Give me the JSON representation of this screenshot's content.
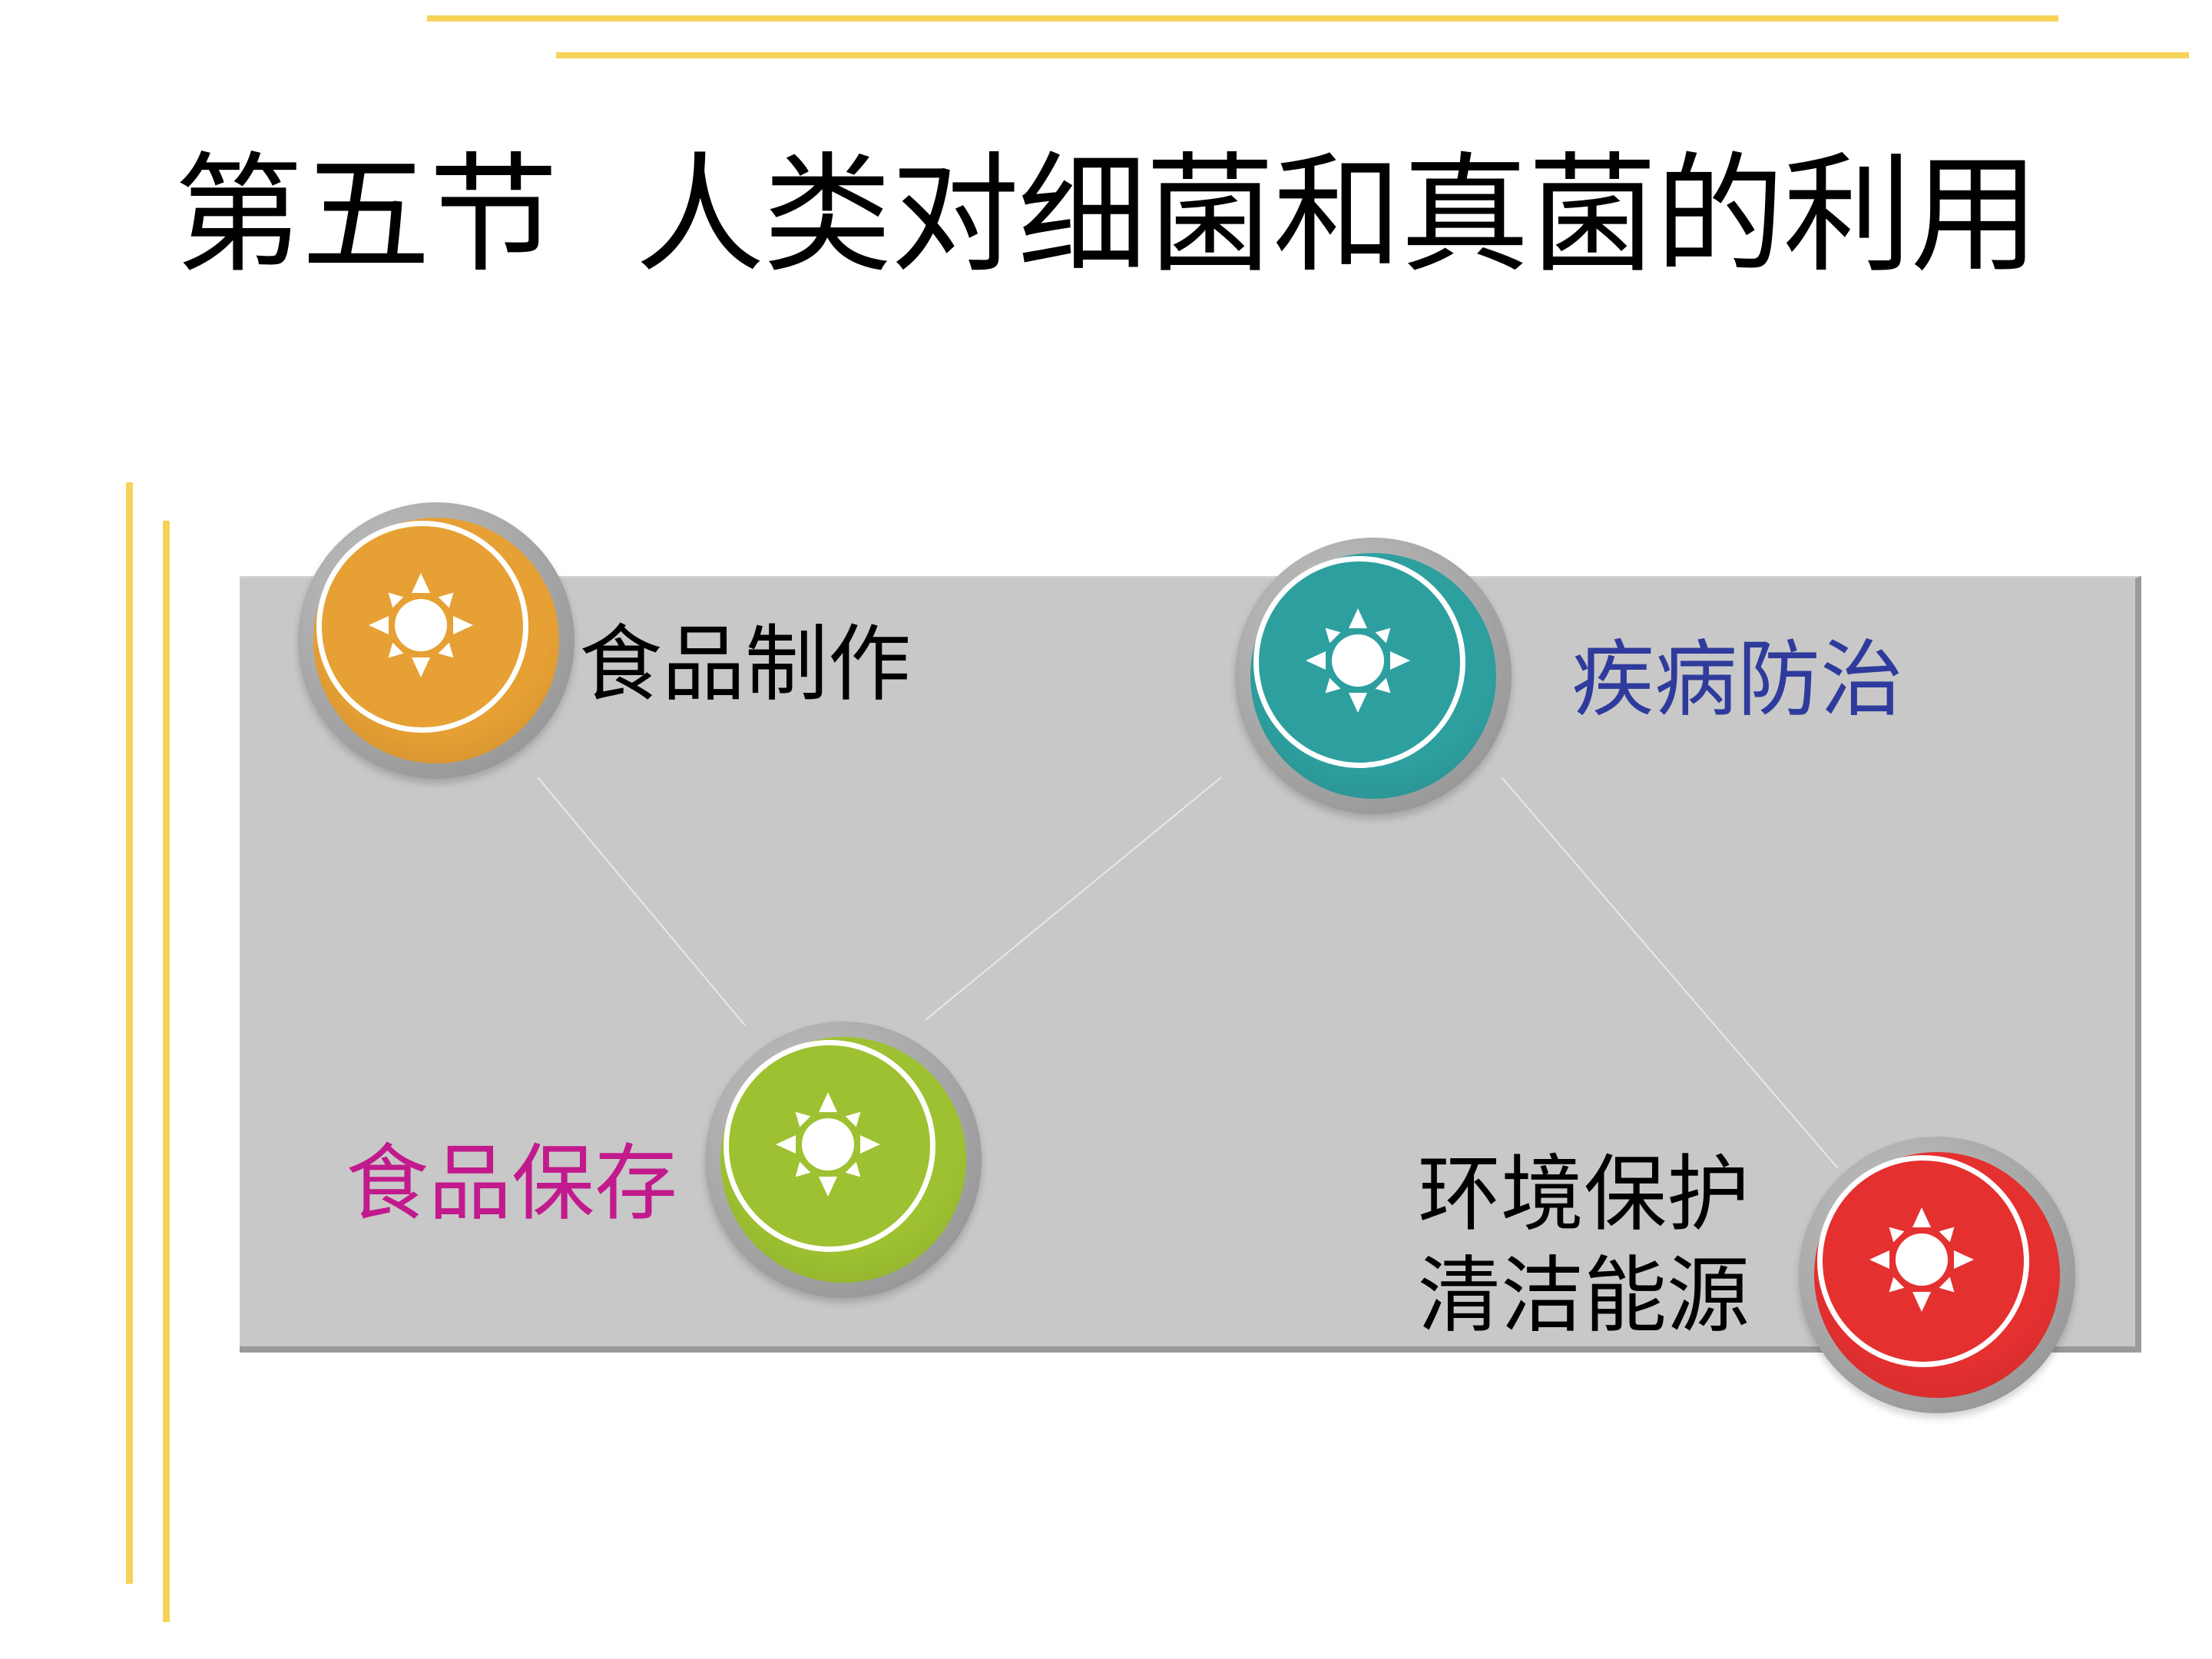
{
  "title": "第五节  人类对细菌和真菌的利用",
  "colors": {
    "accent_line": "#f6d258",
    "panel": "#c8c8c8",
    "connector": "#e8e8e8"
  },
  "nodes": [
    {
      "id": "food-making",
      "label": "食品制作",
      "color": "#e6a034",
      "label_color": "#000000",
      "icon": "sun-icon"
    },
    {
      "id": "disease-prevention",
      "label": "疾病防治",
      "color": "#2e9f9f",
      "label_color": "#2f3b9c",
      "icon": "sun-icon"
    },
    {
      "id": "food-preservation",
      "label": "食品保存",
      "color": "#9ec131",
      "label_color": "#c21a8c",
      "icon": "sun-icon"
    },
    {
      "id": "environment",
      "label_lines": [
        "环境保护",
        "清洁能源"
      ],
      "color": "#e53030",
      "label_color": "#000000",
      "icon": "sun-icon"
    }
  ]
}
